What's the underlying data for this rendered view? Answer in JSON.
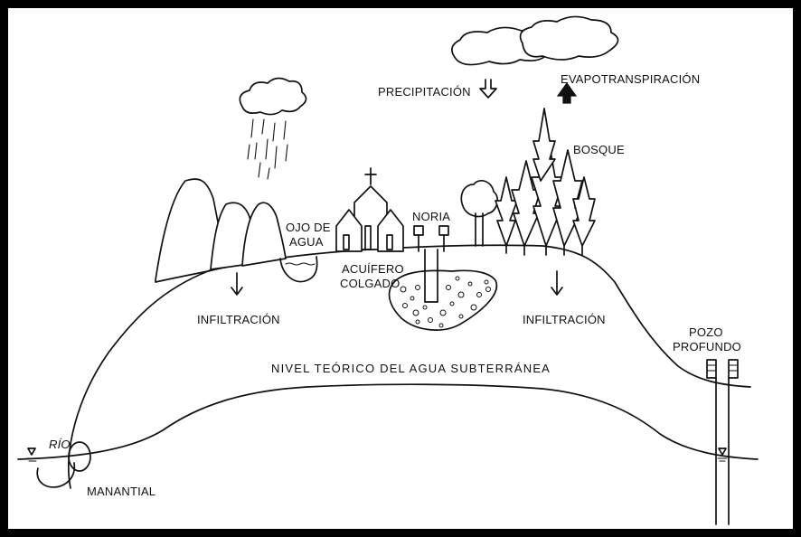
{
  "labels": {
    "precipitacion": "PRECIPITACIÓN",
    "evapotranspiracion": "EVAPOTRANSPIRACIÓN",
    "bosque": "BOSQUE",
    "noria": "NORIA",
    "ojo_de_agua_line1": "OJO DE",
    "ojo_de_agua_line2": "AGUA",
    "acuifero_line1": "ACUÍFERO",
    "acuifero_line2": "COLGADO",
    "infiltracion_left": "INFILTRACIÓN",
    "infiltracion_right": "INFILTRACIÓN",
    "pozo_line1": "POZO",
    "pozo_line2": "PROFUNDO",
    "nivel_teorico": "NIVEL TEÓRICO DEL AGUA SUBTERRÁNEA",
    "rio": "RÍO",
    "manantial": "MANANTIAL"
  },
  "icons": {
    "precip_arrow": "hollow-down-arrow-icon",
    "evap_arrow": "solid-up-arrow-icon",
    "water_level": "water-table-triangle-icon"
  }
}
